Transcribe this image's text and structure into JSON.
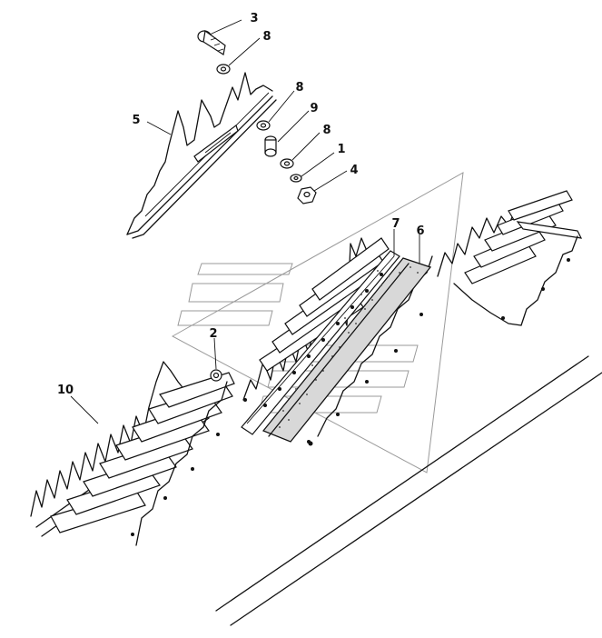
{
  "diagram": {
    "callouts": [
      {
        "id": "3",
        "label": "3"
      },
      {
        "id": "8a",
        "label": "8"
      },
      {
        "id": "5",
        "label": "5"
      },
      {
        "id": "8b",
        "label": "8"
      },
      {
        "id": "9",
        "label": "9"
      },
      {
        "id": "8c",
        "label": "8"
      },
      {
        "id": "1",
        "label": "1"
      },
      {
        "id": "4",
        "label": "4"
      },
      {
        "id": "7",
        "label": "7"
      },
      {
        "id": "6",
        "label": "6"
      },
      {
        "id": "2",
        "label": "2"
      },
      {
        "id": "10",
        "label": "10"
      }
    ]
  }
}
